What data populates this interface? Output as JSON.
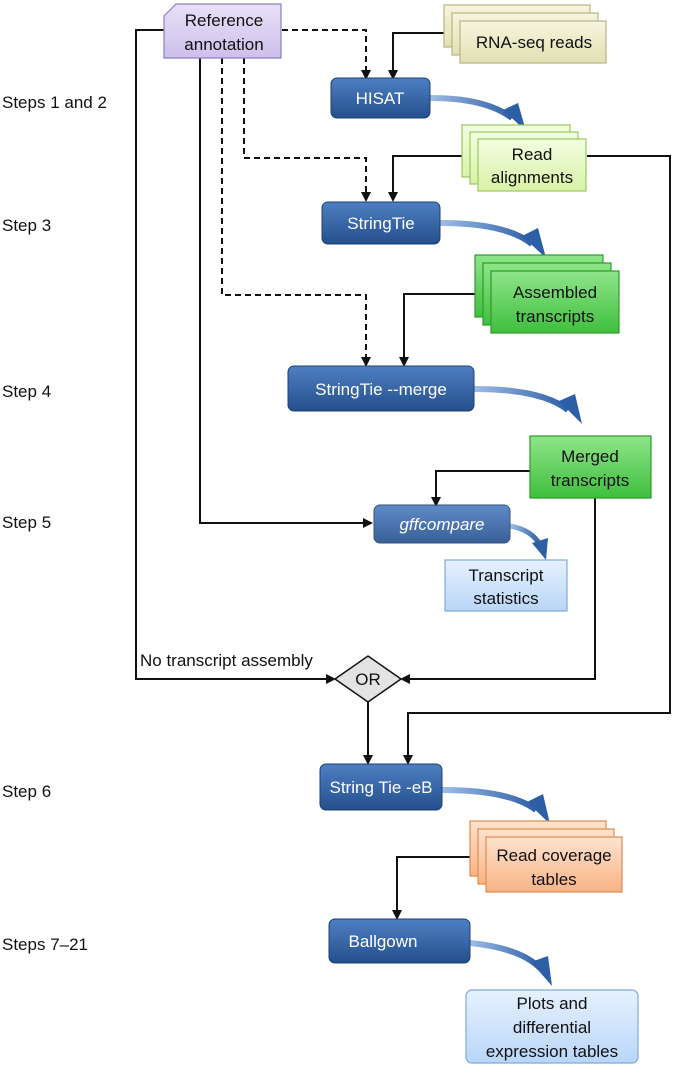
{
  "steps": {
    "s12": "Steps 1 and 2",
    "s3": "Step 3",
    "s4": "Step 4",
    "s5": "Step 5",
    "s6": "Step 6",
    "s721": "Steps 7–21"
  },
  "nodes": {
    "reference": [
      "Reference",
      "annotation"
    ],
    "rnaseq": "RNA-seq reads",
    "hisat": "HISAT",
    "alignments": [
      "Read",
      "alignments"
    ],
    "stringtie": "StringTie",
    "assembled": [
      "Assembled",
      "transcripts"
    ],
    "merge": "StringTie --merge",
    "merged": [
      "Merged",
      "transcripts"
    ],
    "gffcompare": "gffcompare",
    "stats": [
      "Transcript",
      "statistics"
    ],
    "or": "OR",
    "no_assembly": "No transcript assembly",
    "stringtie_eb": "String Tie -eB",
    "coverage": [
      "Read coverage",
      "tables"
    ],
    "ballgown": "Ballgown",
    "plots": [
      "Plots and",
      "differential",
      "expression tables"
    ]
  },
  "colors": {
    "process_blue": "#2f5f9e",
    "reference_purple": "#d9cdf0",
    "reads_beige": "#eeedc9",
    "alignments_green": "#e8f8c6",
    "transcripts_green": "#5fd25a",
    "coverage_orange": "#fcd0ae",
    "output_lightblue": "#cfe3fb",
    "or_gray": "#e5e5e5"
  }
}
